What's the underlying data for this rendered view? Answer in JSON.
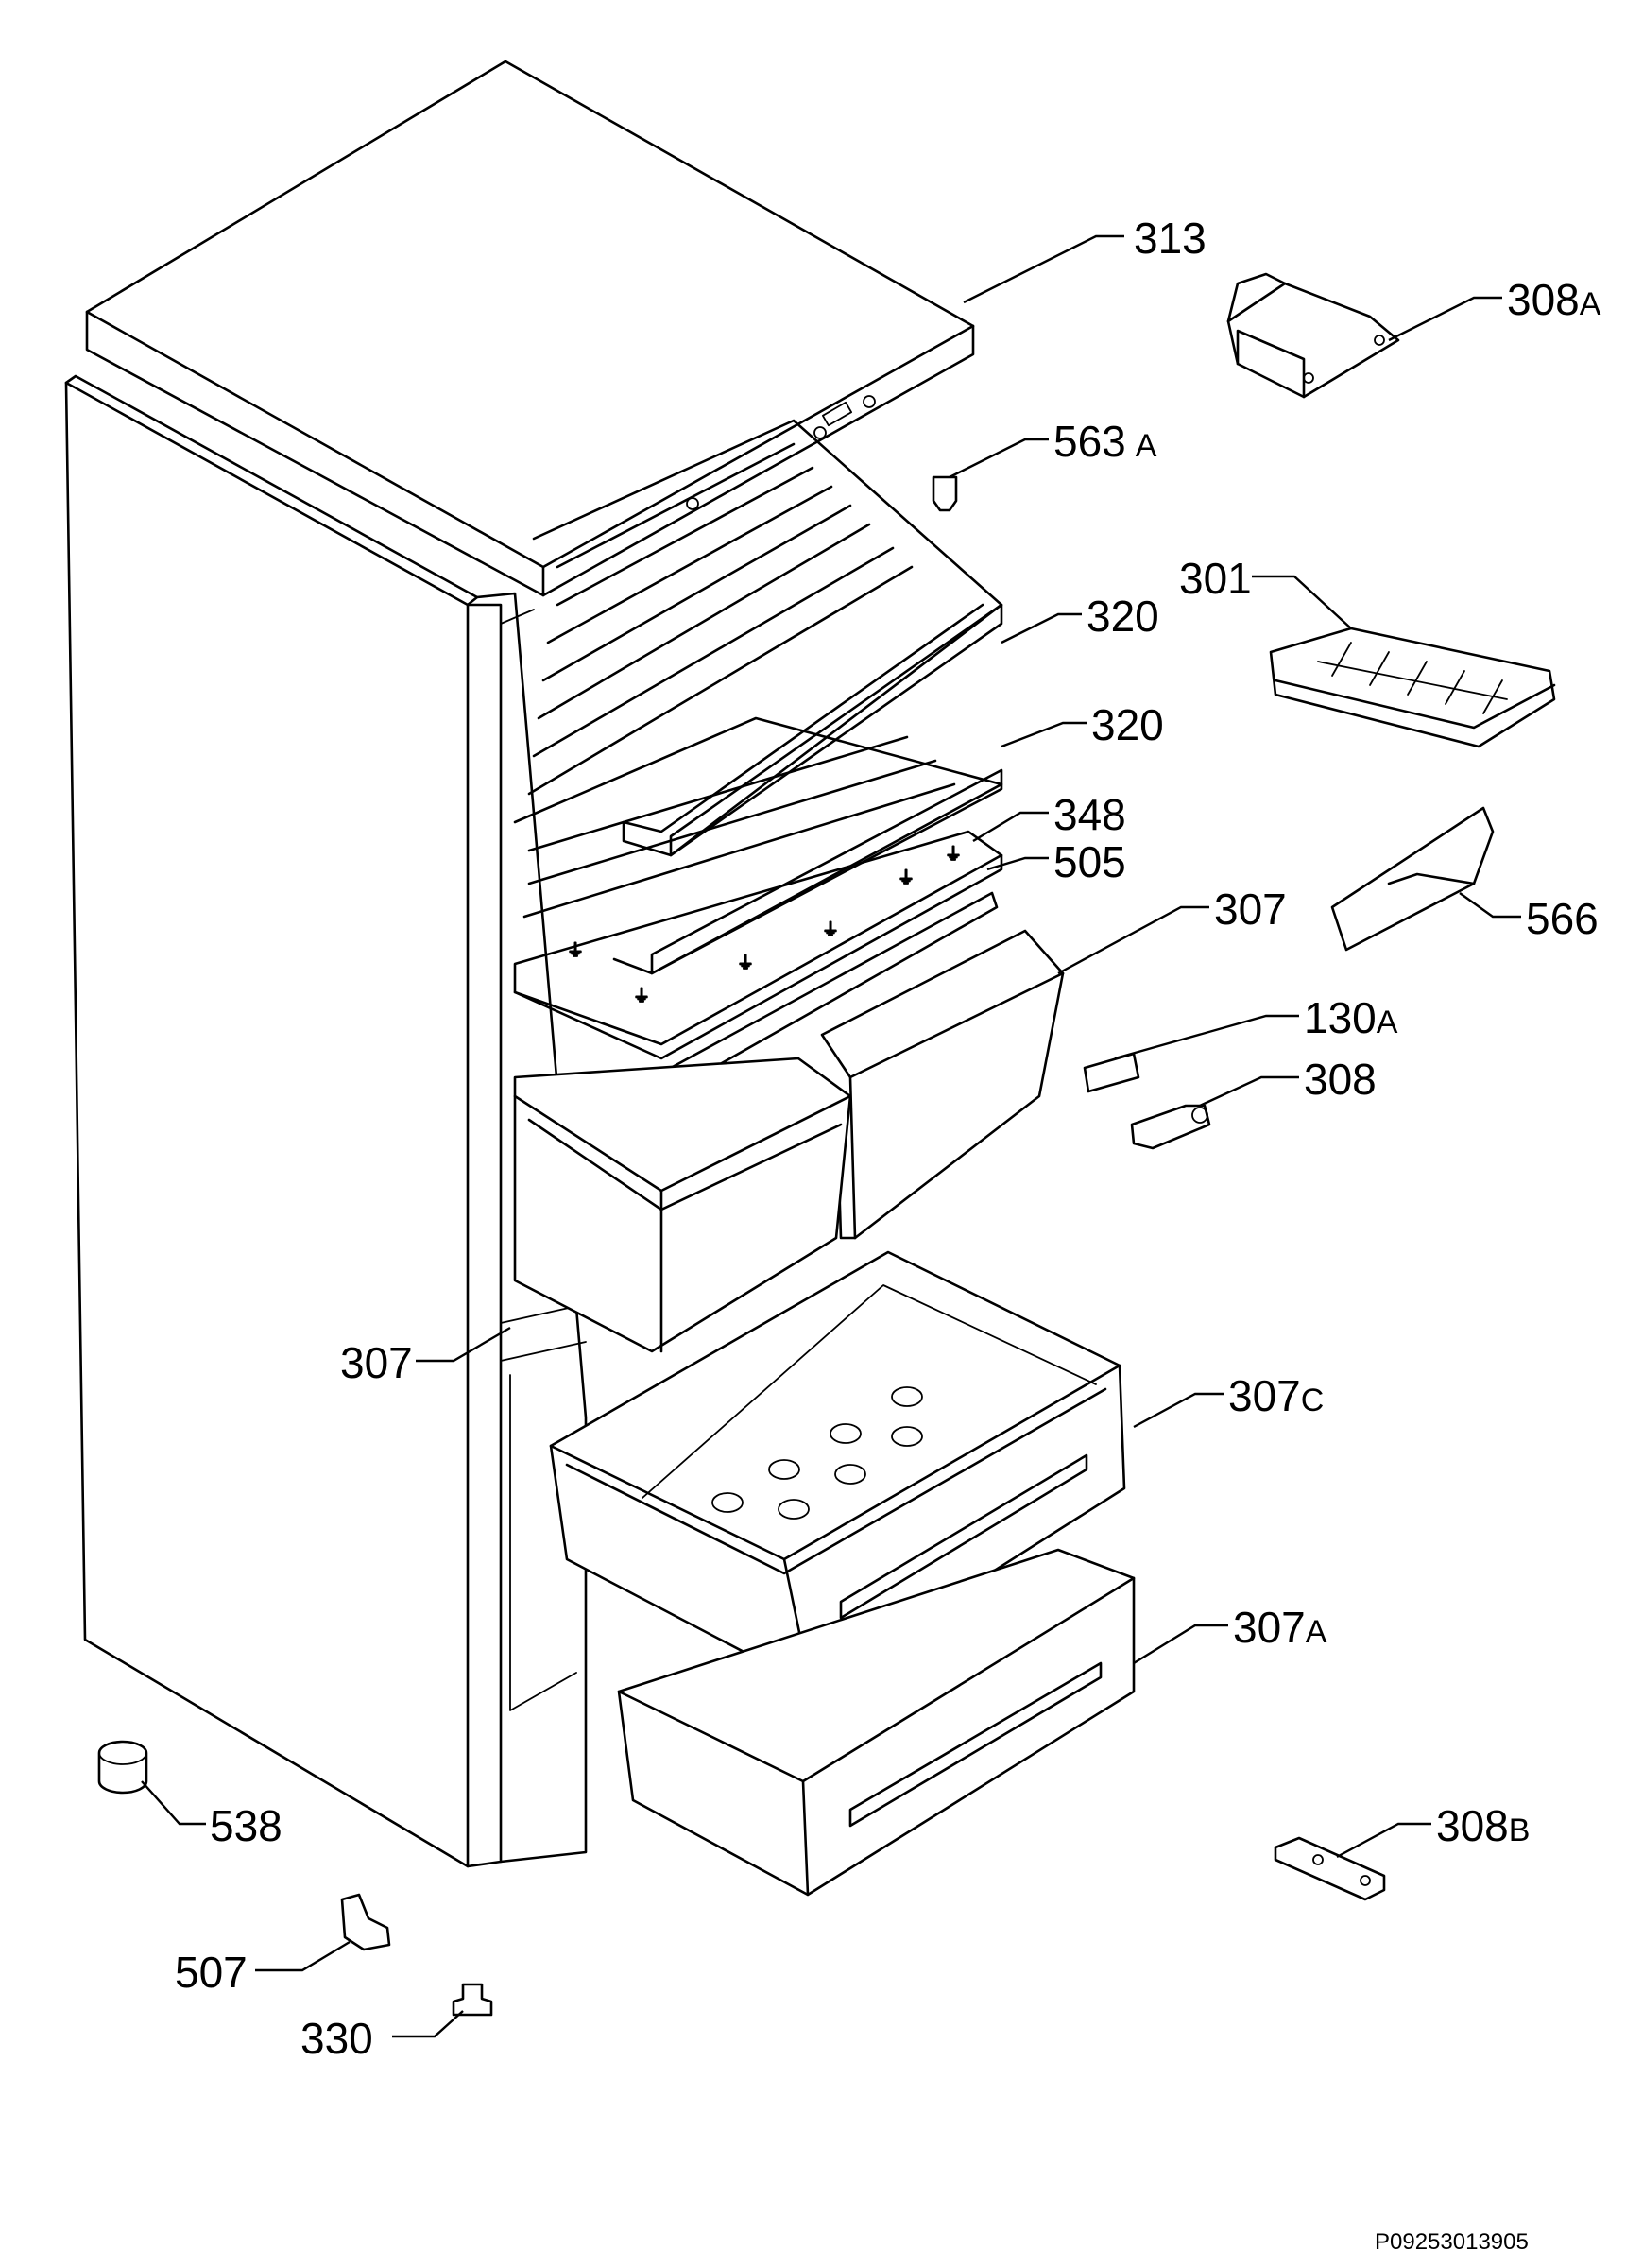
{
  "labels": {
    "l313": {
      "num": "313",
      "suffix": ""
    },
    "l308A": {
      "num": "308",
      "suffix": "A"
    },
    "l563A": {
      "num": "563",
      "suffix": "A"
    },
    "l301": {
      "num": "301",
      "suffix": ""
    },
    "l320a": {
      "num": "320",
      "suffix": ""
    },
    "l320b": {
      "num": "320",
      "suffix": ""
    },
    "l348": {
      "num": "348",
      "suffix": ""
    },
    "l505": {
      "num": "505",
      "suffix": ""
    },
    "l307a": {
      "num": "307",
      "suffix": ""
    },
    "l566": {
      "num": "566",
      "suffix": ""
    },
    "l130A": {
      "num": "130",
      "suffix": "A"
    },
    "l308": {
      "num": "308",
      "suffix": ""
    },
    "l307b": {
      "num": "307",
      "suffix": ""
    },
    "l307C": {
      "num": "307",
      "suffix": "C"
    },
    "l307A": {
      "num": "307",
      "suffix": "A"
    },
    "l538": {
      "num": "538",
      "suffix": ""
    },
    "l308B": {
      "num": "308",
      "suffix": "B"
    },
    "l507": {
      "num": "507",
      "suffix": ""
    },
    "l330": {
      "num": "330",
      "suffix": ""
    }
  },
  "doc_id": "P09253013905"
}
